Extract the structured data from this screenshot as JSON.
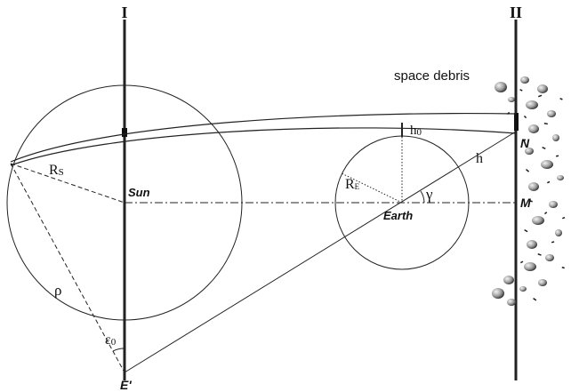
{
  "labels": {
    "plane_1": "I",
    "plane_2": "II",
    "space_debris": "space debris",
    "sun": "Sun",
    "earth": "Earth",
    "point_n": "N",
    "point_m": "M",
    "point_e_prime": "E'",
    "h0_main": "h",
    "h0_sub": "0",
    "h": "h",
    "rs_main": "R",
    "rs_sub": "S",
    "re_main": "R",
    "re_sub": "E",
    "gamma": "γ",
    "rho": "ρ",
    "eps_main": "ε",
    "eps_sub": "0"
  }
}
